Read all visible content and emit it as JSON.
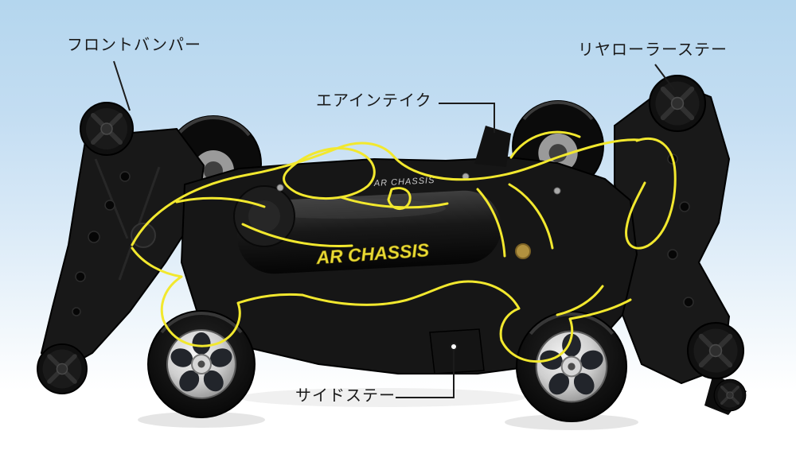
{
  "diagram": {
    "labels": [
      {
        "id": "front-bumper",
        "text": "フロントバンパー"
      },
      {
        "id": "rear-roller-stay",
        "text": "リヤローラーステー"
      },
      {
        "id": "air-intake",
        "text": "エアインテイク"
      },
      {
        "id": "side-stay",
        "text": "サイドステー"
      }
    ],
    "chassis_logo": "AR CHASSIS",
    "chassis_logo_small": "AR CHASSIS",
    "colors": {
      "background_top": "#b4d6ee",
      "background_bottom": "#ffffff",
      "body_outline_yellow": "#f2e82e",
      "chassis_black": "#161616",
      "rim_silver": "#cfcfcf",
      "label_text": "#1a1a1a",
      "leader_line": "#1c1c1c"
    }
  }
}
